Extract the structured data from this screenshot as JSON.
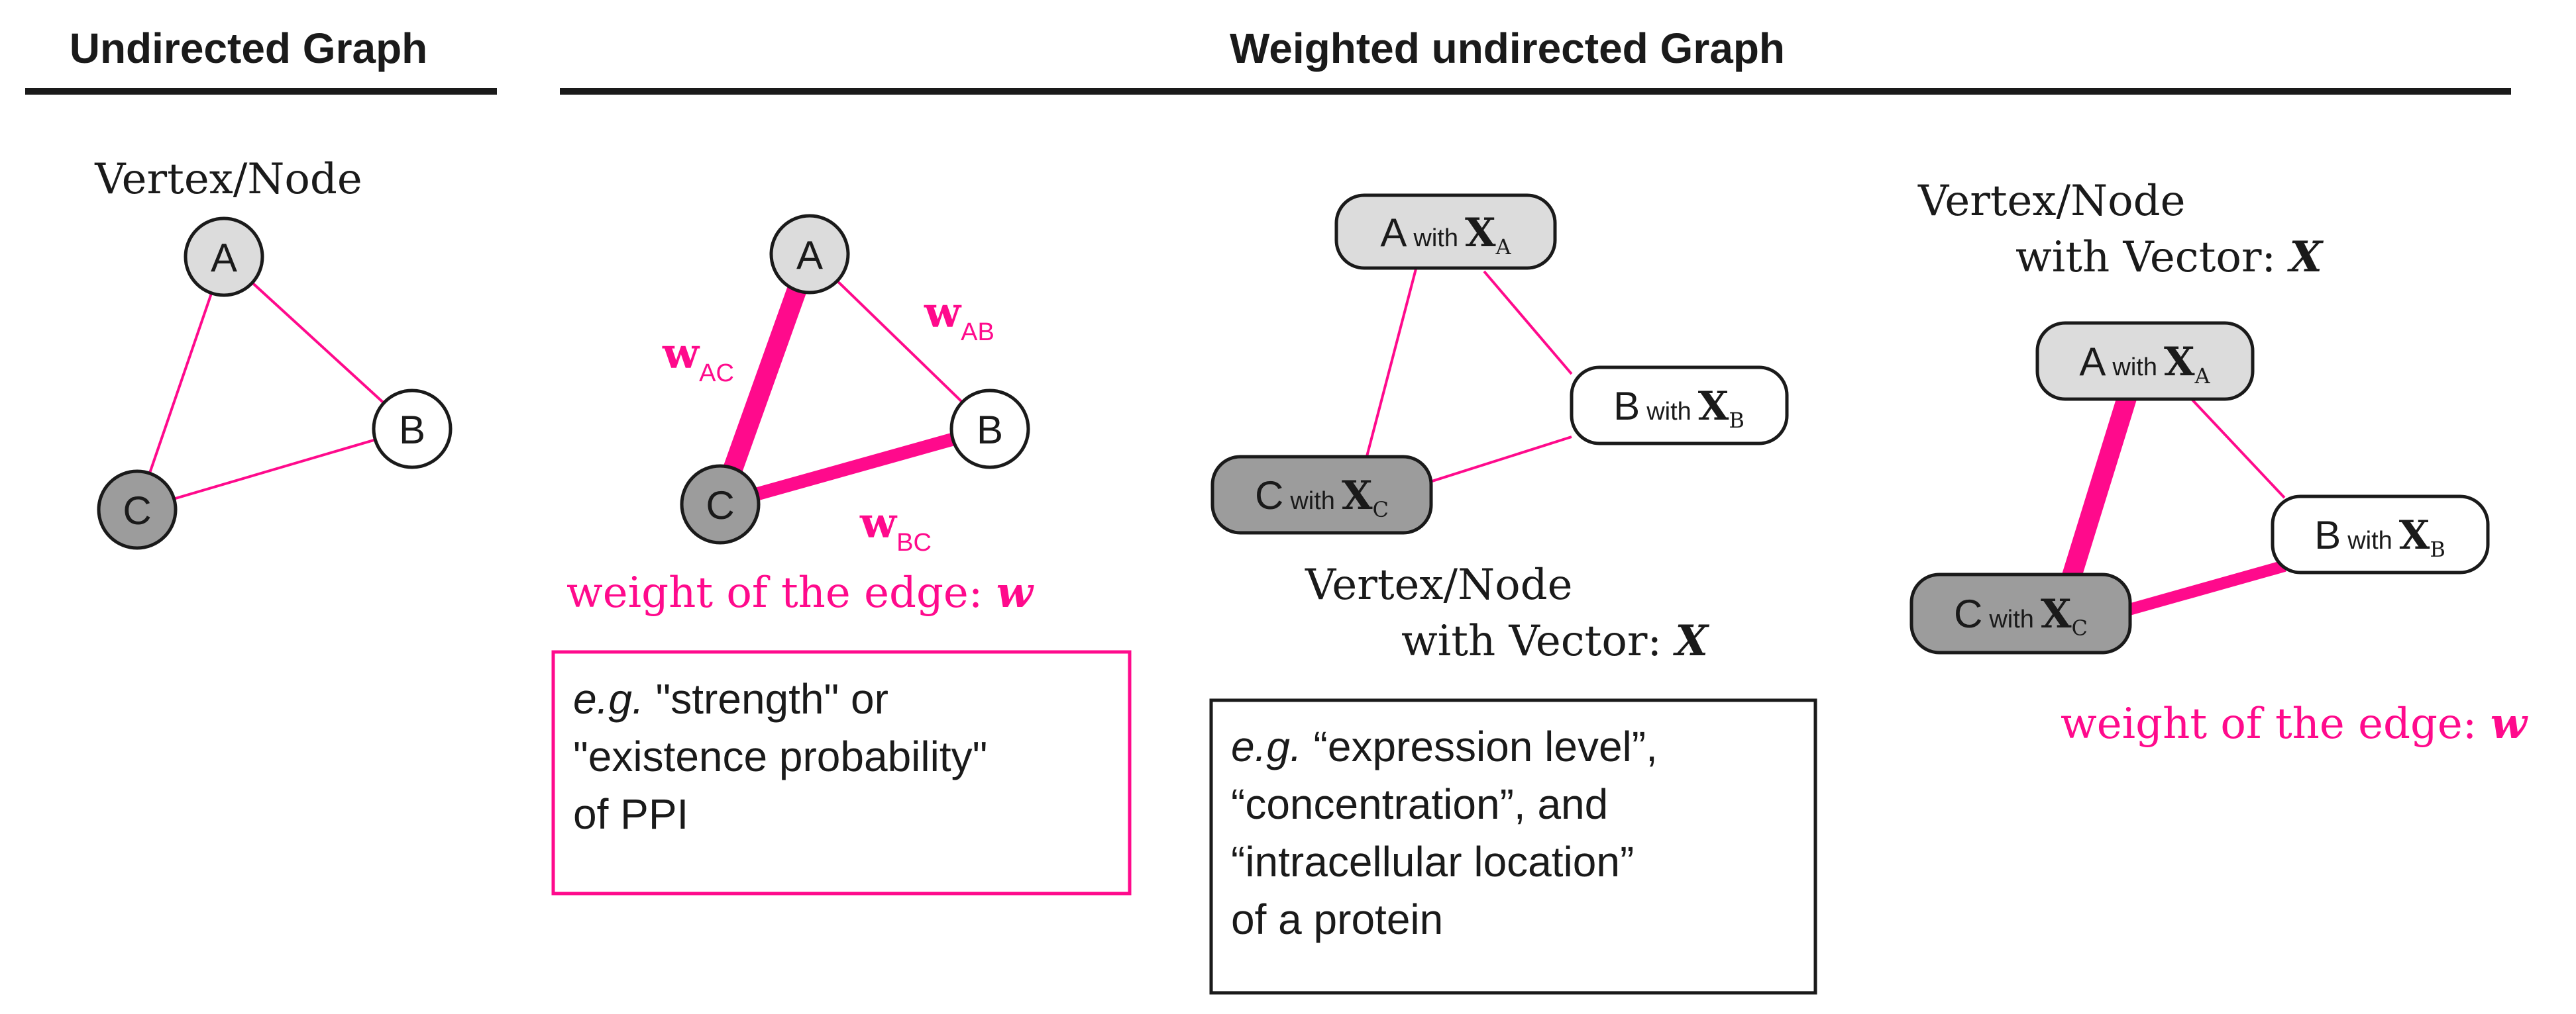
{
  "sections": {
    "undirected_title": "Undirected Graph",
    "weighted_title": "Weighted undirected Graph"
  },
  "colors": {
    "edge": "#ff0a8c",
    "node_light": "#dcdcdc",
    "node_dark": "#9c9c9c",
    "node_white": "#ffffff",
    "outline": "#1a1a1a",
    "title_rule": "#1a1a1a"
  },
  "panel1": {
    "caption": "Vertex/Node",
    "nodes": {
      "a": "A",
      "b": "B",
      "c": "C"
    }
  },
  "panel2": {
    "nodes": {
      "a": "A",
      "b": "B",
      "c": "C"
    },
    "weights": {
      "ac_main": "w",
      "ac_sub": "AC",
      "ab_main": "w",
      "ab_sub": "AB",
      "bc_main": "w",
      "bc_sub": "BC"
    },
    "caption_text": "weight of the edge: ",
    "caption_symbol": "w",
    "box": {
      "line1_ital": "e.g.",
      "line1_rest": " \"strength\" or",
      "line2": "\"existence probability\"",
      "line3": "of PPI"
    }
  },
  "panel3": {
    "nodes": {
      "a_letter": "A",
      "b_letter": "B",
      "c_letter": "C",
      "with": "with",
      "vec": "X",
      "a_sub": "A",
      "b_sub": "B",
      "c_sub": "C"
    },
    "caption_line1": "Vertex/Node",
    "caption_line2": "with Vector: ",
    "caption_symbol": "X",
    "box": {
      "line1_ital": "e.g.",
      "line1_rest": " “expression level”,",
      "line2": "“concentration”, and",
      "line3": "“intracellular location”",
      "line4": "of a protein"
    }
  },
  "panel4": {
    "caption_line1": "Vertex/Node",
    "caption_line2": "with Vector: ",
    "caption_symbol": "X",
    "nodes": {
      "a_letter": "A",
      "b_letter": "B",
      "c_letter": "C",
      "with": "with",
      "vec": "X",
      "a_sub": "A",
      "b_sub": "B",
      "c_sub": "C"
    },
    "caption_text": "weight of the edge: ",
    "caption_symbol_w": "w"
  }
}
